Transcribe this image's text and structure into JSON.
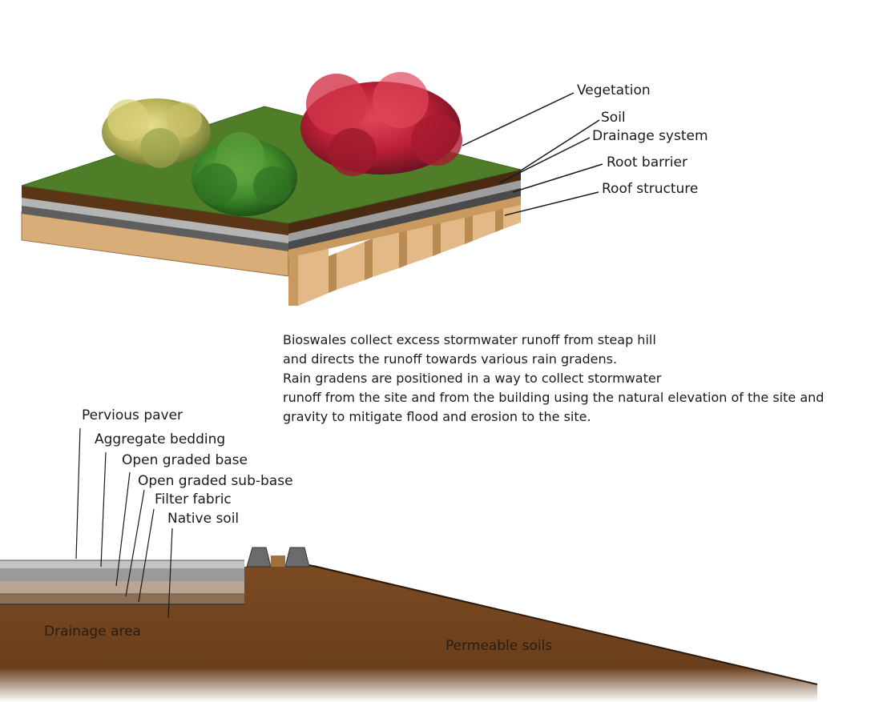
{
  "green_roof": {
    "labels": {
      "vegetation": "Vegetation",
      "soil": "Soil",
      "drainage_system": "Drainage system",
      "root_barrier": "Root barrier",
      "roof_structure": "Roof structure"
    }
  },
  "description": {
    "lines": [
      "Bioswales collect excess stormwater runoff from steap hill",
      "and directs the runoff towards various rain gradens.",
      "Rain gradens are positioned in a way to collect stormwater",
      "runoff from the site and from the building using the natural elevation of the site and",
      "gravity to mitigate flood and erosion to the site."
    ]
  },
  "pervious_paving": {
    "labels": {
      "pervious_paver": "Pervious paver",
      "aggregate_bedding": "Aggregate bedding",
      "open_graded_base": "Open graded base",
      "open_graded_sub_base": "Open graded sub-base",
      "filter_fabric": "Filter fabric",
      "native_soil": "Native soil"
    },
    "ground_labels": {
      "drainage_area": "Drainage area",
      "permeable_soils": "Permeable soils"
    }
  },
  "colors": {
    "grass": "#4f7d28",
    "soil": "#5a3516",
    "drainage": "#a9a9a9",
    "root_barrier": "#5e5e5e",
    "roof_wood": "#d9ad78",
    "ground": "#7b4a22"
  }
}
